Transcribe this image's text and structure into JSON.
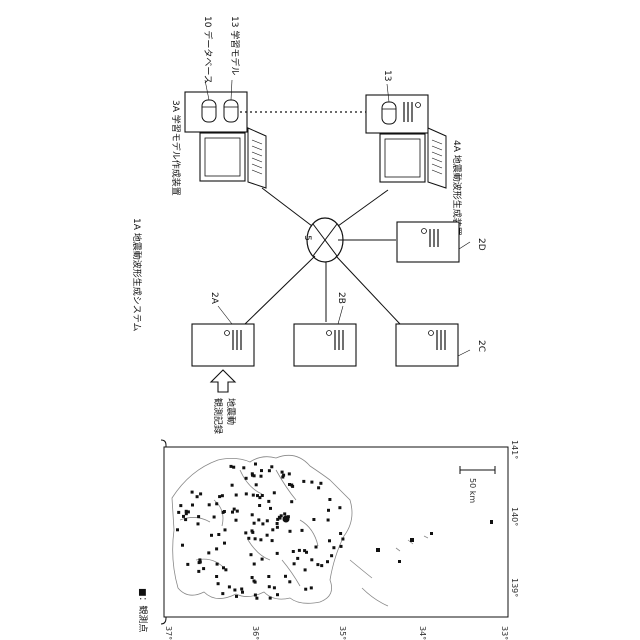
{
  "system_label": "1A 地震動波形生成システム",
  "model_device_label": "3A 学習モデル作成装置",
  "gen_device_label": "4A 地震動波形生成装置",
  "db_label": "10 データベース",
  "lm_label": "13 学習モデル",
  "gen_model_label": "13",
  "network_label": "5",
  "server_labels": {
    "a": "2A",
    "b": "2B",
    "c": "2C",
    "d": "2D"
  },
  "records_label_1": "地震動",
  "records_label_2": "観測記録",
  "legend_label": "■：観測点",
  "scale_label": "50 km",
  "lat_ticks": [
    "37°",
    "36°",
    "35°",
    "34°",
    "33°"
  ],
  "lon_ticks": [
    "139°",
    "140°",
    "141°"
  ]
}
